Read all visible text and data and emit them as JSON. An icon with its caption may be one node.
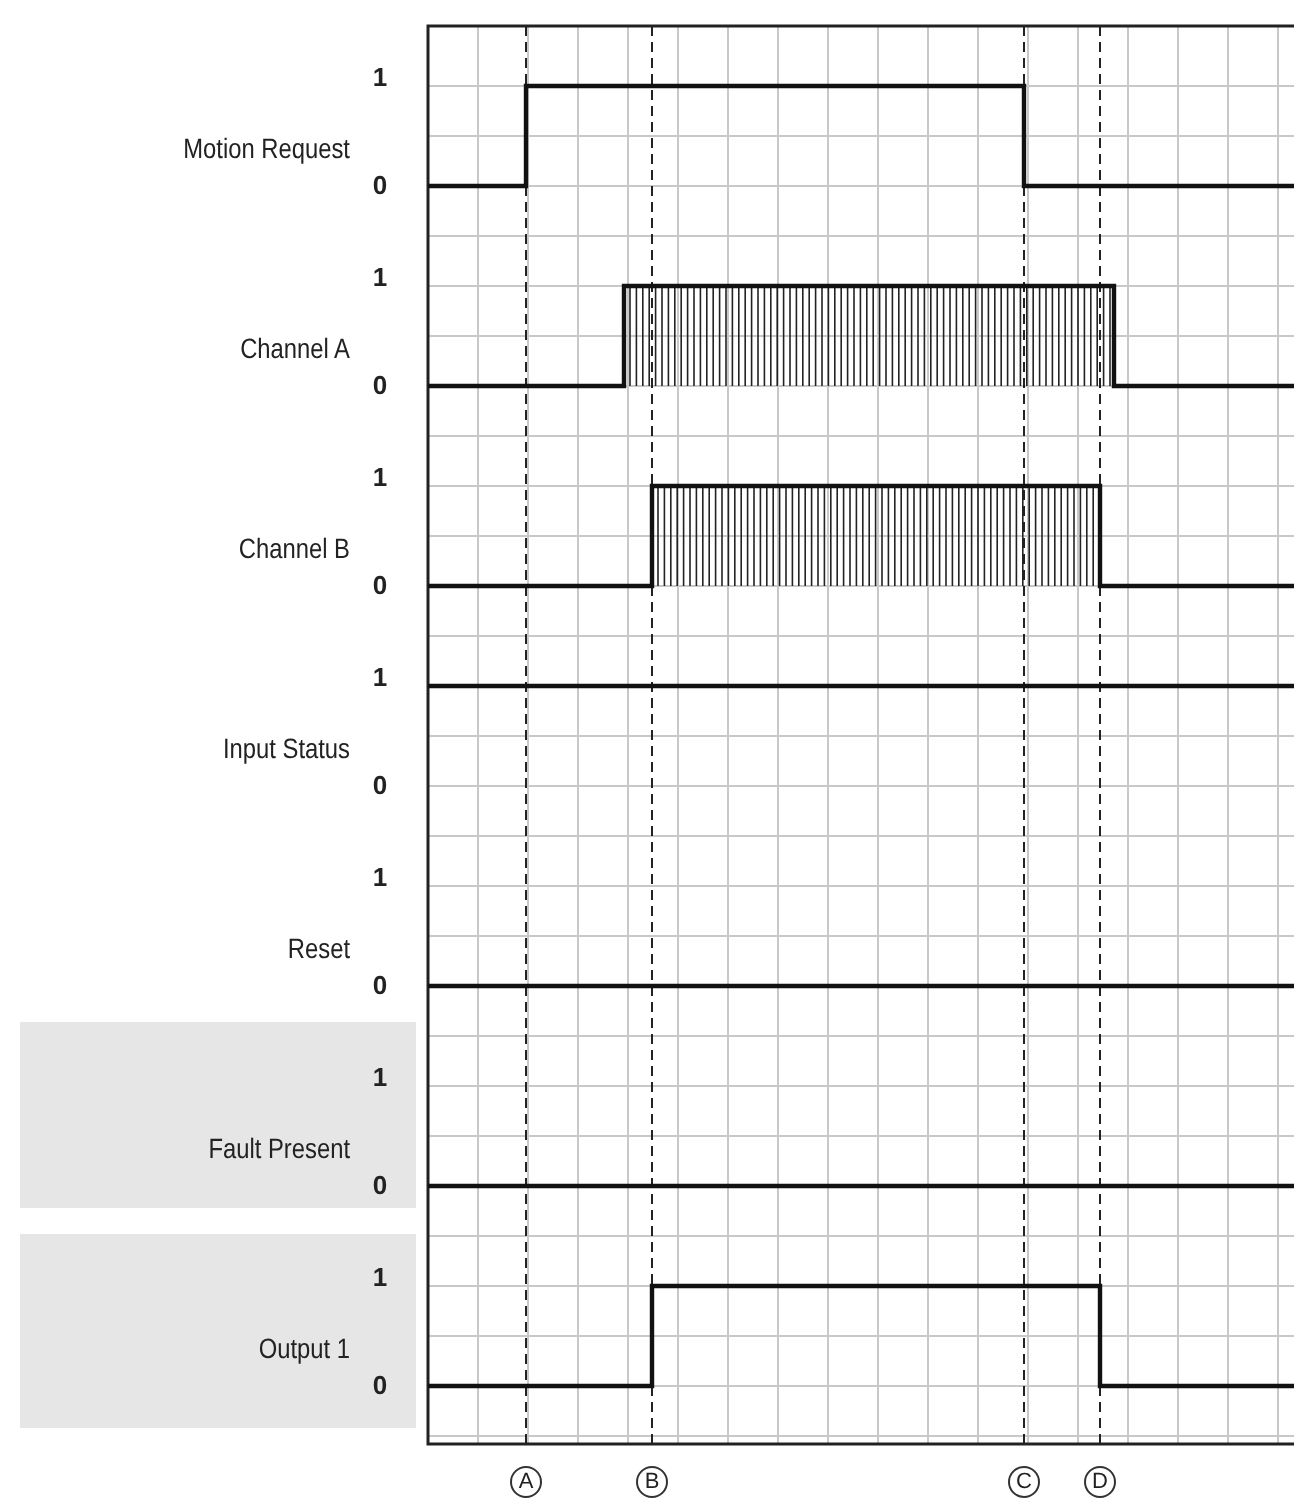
{
  "diagram": {
    "nodes": [
      {
        "text": [
          "Fault Present",
          "1",
          "0"
        ]
      },
      {
        "text": [
          "Output 1",
          "1",
          "0"
        ]
      }
    ],
    "labels": [
      "Motion Request",
      "1",
      "0",
      "Channel A",
      "1",
      "0",
      "Channel B",
      "1",
      "0",
      "Input Status",
      "1",
      "0",
      "Reset",
      "1",
      "0",
      "A",
      "B",
      "C",
      "D"
    ]
  }
}
